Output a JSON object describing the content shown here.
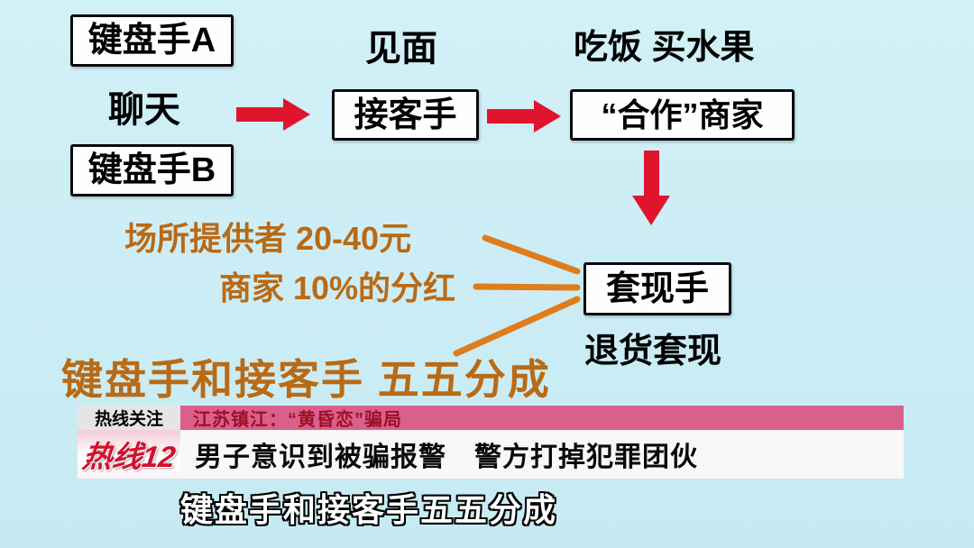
{
  "colors": {
    "background": "#d2f0f7",
    "arrow_red": "#e1142e",
    "text_orange": "#b96a14",
    "line_orange": "#e07c1a",
    "banner_pink": "#d9608a",
    "topic_red": "#9c1026",
    "logo_red": "#d40f2e"
  },
  "diagram": {
    "node_keyboard_a": "键盘手A",
    "node_keyboard_b": "键盘手B",
    "node_receiver": "接客手",
    "node_merchant": "“合作”商家",
    "node_cashout": "套现手",
    "label_chat": "聊天",
    "label_meet": "见面",
    "label_eat_buy_fruit": "吃饭 买水果",
    "label_refund_cashout": "退货套现",
    "label_venue_provider": "场所提供者 20-40元",
    "label_merchant_share": "商家 10%的分红",
    "label_fifty_fifty": "键盘手和接客手 五五分成"
  },
  "banner": {
    "program_tag": "热线关注",
    "topic": "江苏镇江：“黄昏恋”骗局",
    "logo_text": "热线12",
    "headline": "男子意识到被骗报警　警方打掉犯罪团伙",
    "subtitle": "键盘手和接客手五五分成"
  }
}
